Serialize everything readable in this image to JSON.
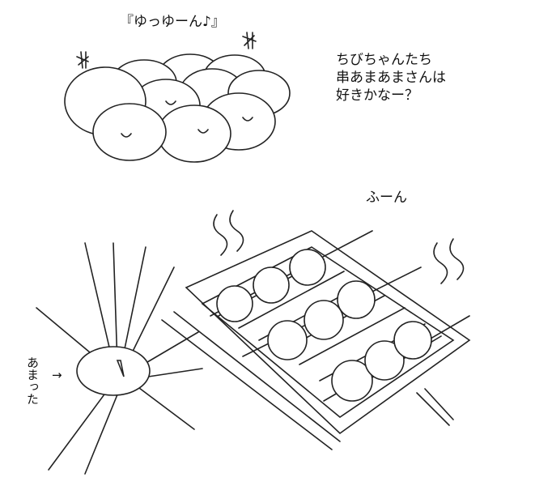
{
  "texts": {
    "shout": "『ゆっゆーん♪』",
    "speech": "ちびちゃんたち\n串あまあまさんは\n好きかなー？",
    "hmm": "ふーん",
    "leftover": "あまった",
    "arrow": "→"
  }
}
